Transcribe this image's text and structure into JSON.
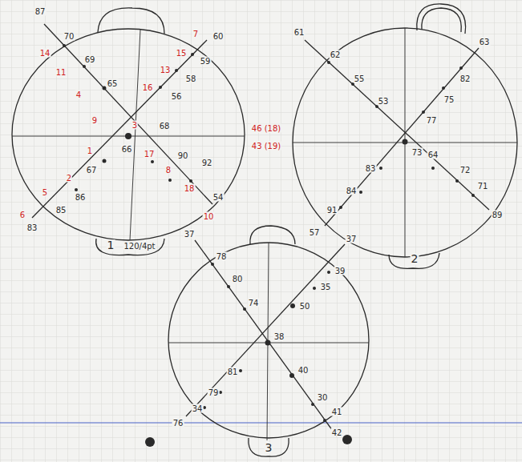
{
  "diagram": {
    "labels": [
      "87",
      "70",
      "69",
      "65",
      "66",
      "60",
      "59",
      "58",
      "56",
      "68",
      "90",
      "92",
      "54",
      "67",
      "86",
      "85",
      "83",
      "14",
      "11",
      "4",
      "9",
      "3",
      "7",
      "15",
      "13",
      "16",
      "17",
      "8",
      "18",
      "10",
      "1",
      "2",
      "5",
      "6",
      "46 (18)",
      "43 (19)",
      "1",
      "120/4pt",
      "61",
      "62",
      "55",
      "53",
      "63",
      "82",
      "75",
      "77",
      "73",
      "64",
      "72",
      "71",
      "89",
      "83",
      "84",
      "91",
      "57",
      "2",
      "37",
      "78",
      "80",
      "74",
      "37",
      "39",
      "35",
      "50",
      "38",
      "40",
      "81",
      "79",
      "34",
      "76",
      "30",
      "41",
      "42",
      "3"
    ]
  }
}
